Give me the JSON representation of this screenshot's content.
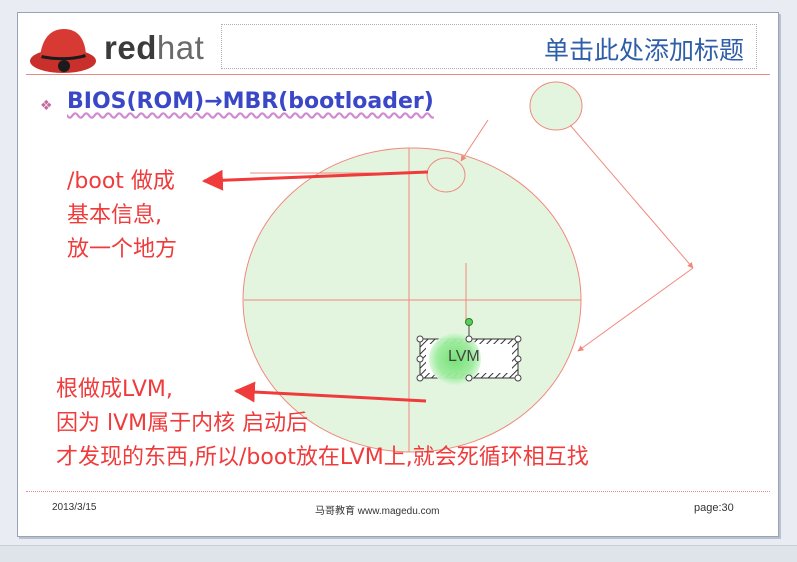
{
  "slide": {
    "brand_red": "red",
    "brand_hat": "hat",
    "title": "单击此处添加标题",
    "bullet": "BIOS(ROM)→MBR(bootloader)",
    "note_boot": [
      "/boot 做成",
      "基本信息,",
      "放一个地方"
    ],
    "note_lvm": [
      "根做成LVM,",
      "因为 lVM属于内核 启动后",
      "才发现的东西,所以/boot放在LVM上,就会死循环相互找"
    ],
    "lvm_label": "LVM",
    "footer": {
      "date": "2013/3/15",
      "center": "马哥教育 www.magedu.com",
      "page": "page:30"
    }
  },
  "colors": {
    "title_blue": "#2e5ea8",
    "bullet_blue": "#3a48c8",
    "note_red": "#ef3b3b",
    "circle_fill": "#e3f5df",
    "line_salmon": "#f0897d"
  },
  "icons": [
    "redhat-logo-icon",
    "diamond-bullet-icon"
  ]
}
